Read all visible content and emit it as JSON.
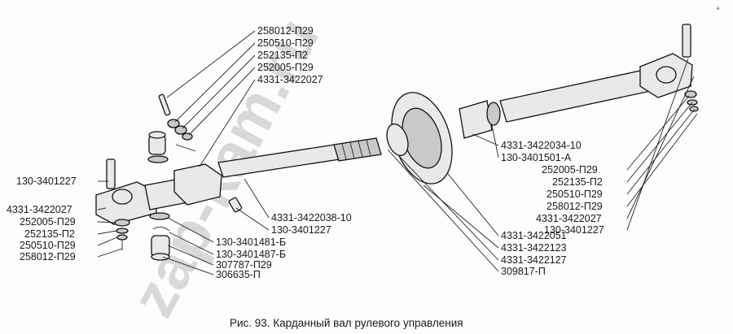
{
  "caption": "Рис. 93. Карданный вал рулевого управления",
  "watermark": "zap-kam.ru",
  "corner_mark": "e",
  "labels_top": [
    "258012-П29",
    "250510-П29",
    "252135-П2",
    "252005-П29",
    "4331-3422027"
  ],
  "labels_left": [
    "130-3401227",
    "4331-3422027",
    "252005-П29",
    "252135-П2",
    "250510-П29",
    "258012-П29"
  ],
  "labels_center": [
    "4331-3422038-10",
    "130-3401227",
    "130-3401481-Б",
    "130-3401487-Б",
    "307787-П29",
    "306635-П"
  ],
  "labels_right": [
    "4331-3422034-10",
    "130-3401501-А",
    "252005-П29",
    "252135-П2",
    "250510-П29",
    "258012-П29",
    "4331-3422027",
    "130-3401227"
  ],
  "labels_bottom_right": [
    "4331-3422051",
    "4331-3422123",
    "4331-3422127",
    "309817-П"
  ]
}
